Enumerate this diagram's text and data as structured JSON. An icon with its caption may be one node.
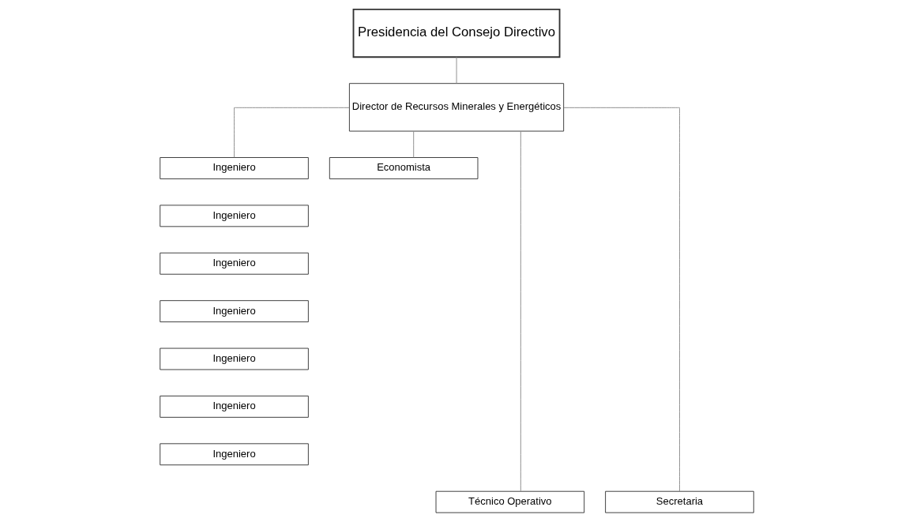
{
  "diagram": {
    "nodes": [
      {
        "text": [
          "Presidencia del Consejo Directivo"
        ]
      },
      {
        "text": [
          "Director de Recursos Minerales y Energéticos"
        ]
      },
      {
        "text": [
          "Ingeniero"
        ]
      },
      {
        "text": [
          "Ingeniero"
        ]
      },
      {
        "text": [
          "Ingeniero"
        ]
      },
      {
        "text": [
          "Ingeniero"
        ]
      },
      {
        "text": [
          "Ingeniero"
        ]
      },
      {
        "text": [
          "Ingeniero"
        ]
      },
      {
        "text": [
          "Ingeniero"
        ]
      },
      {
        "text": [
          "Economista"
        ]
      },
      {
        "text": [
          "Técnico Operativo"
        ]
      },
      {
        "text": [
          "Secretaria"
        ]
      }
    ],
    "edges": [
      {
        "from": 0,
        "to": 1,
        "arrow": "none"
      },
      {
        "from": 1,
        "to": 2,
        "arrow": "none"
      },
      {
        "from": 1,
        "to": 9,
        "arrow": "none"
      },
      {
        "from": 1,
        "to": 10,
        "arrow": "none"
      },
      {
        "from": 1,
        "to": 11,
        "arrow": "none"
      }
    ]
  }
}
